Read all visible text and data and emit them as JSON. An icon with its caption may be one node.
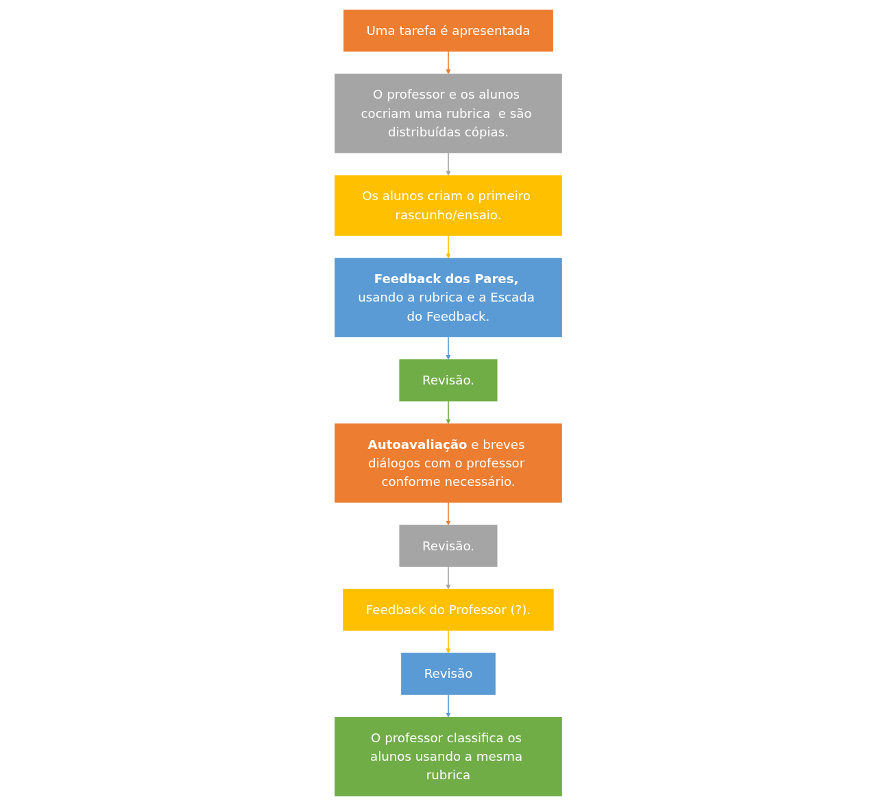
{
  "diagram": {
    "nodes": [
      {
        "text": [
          "Uma tarefa é apresentada"
        ]
      },
      {
        "text": [
          "O professor e os alunos cocriam uma rubrica  e são distribuídas cópias."
        ]
      },
      {
        "text": [
          "Os alunos criam o primeiro rascunho/ensaio."
        ]
      },
      {
        "text": [
          "**Feedback dos Pares,** usando a rubrica e a Escada do Feedback."
        ]
      },
      {
        "text": [
          "Revisão."
        ]
      },
      {
        "text": [
          "**Autoavaliação** e breves diálogos com o professor conforme necessário."
        ]
      },
      {
        "text": [
          "Revisão."
        ]
      },
      {
        "text": [
          "Feedback do Professor (?)."
        ]
      },
      {
        "text": [
          "Revisão"
        ]
      },
      {
        "text": [
          "O professor classifica os alunos usando a mesma rubrica"
        ]
      }
    ],
    "edges": [
      {
        "from": 0,
        "to": 1,
        "arrow": "to",
        "color": "#ed7d31"
      },
      {
        "from": 1,
        "to": 2,
        "arrow": "to",
        "color": "#a5a5a5"
      },
      {
        "from": 2,
        "to": 3,
        "arrow": "to",
        "color": "#ffc000"
      },
      {
        "from": 3,
        "to": 4,
        "arrow": "to",
        "color": "#5b9bd5"
      },
      {
        "from": 4,
        "to": 5,
        "arrow": "to",
        "color": "#70ad47"
      },
      {
        "from": 5,
        "to": 6,
        "arrow": "to",
        "color": "#ed7d31"
      },
      {
        "from": 6,
        "to": 7,
        "arrow": "to",
        "color": "#a5a5a5"
      },
      {
        "from": 7,
        "to": 8,
        "arrow": "to",
        "color": "#ffc000"
      },
      {
        "from": 8,
        "to": 9,
        "arrow": "to",
        "color": "#5b9bd5"
      }
    ]
  }
}
